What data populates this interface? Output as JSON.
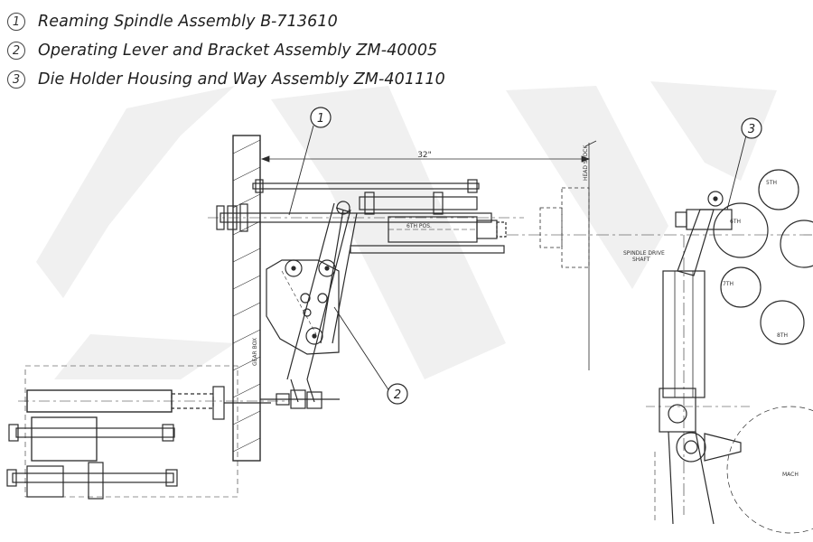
{
  "legend": [
    {
      "num": "1",
      "text": "Reaming Spindle Assembly B-713610"
    },
    {
      "num": "2",
      "text": "Operating Lever and Bracket Assembly ZM-40005"
    },
    {
      "num": "3",
      "text": "Die Holder Housing and Way Assembly ZM-401110"
    }
  ],
  "callouts": {
    "c1": "1",
    "c2": "2",
    "c3": "3"
  },
  "labels": {
    "dimension": "32\"",
    "sixth_pos": "6TH POS.",
    "head_stock": "HEAD STOCK",
    "gear_box": "GEAR BOX",
    "spindle_drive_1": "SPINDLE DRIVE",
    "spindle_drive_2": "SHAFT",
    "st_5th": "5TH",
    "st_6th": "6TH",
    "st_7th": "7TH",
    "st_8th": "8TH",
    "mach": "MACH"
  },
  "colors": {
    "line": "#2b2b2b",
    "watermark": "#f1f1f1"
  }
}
